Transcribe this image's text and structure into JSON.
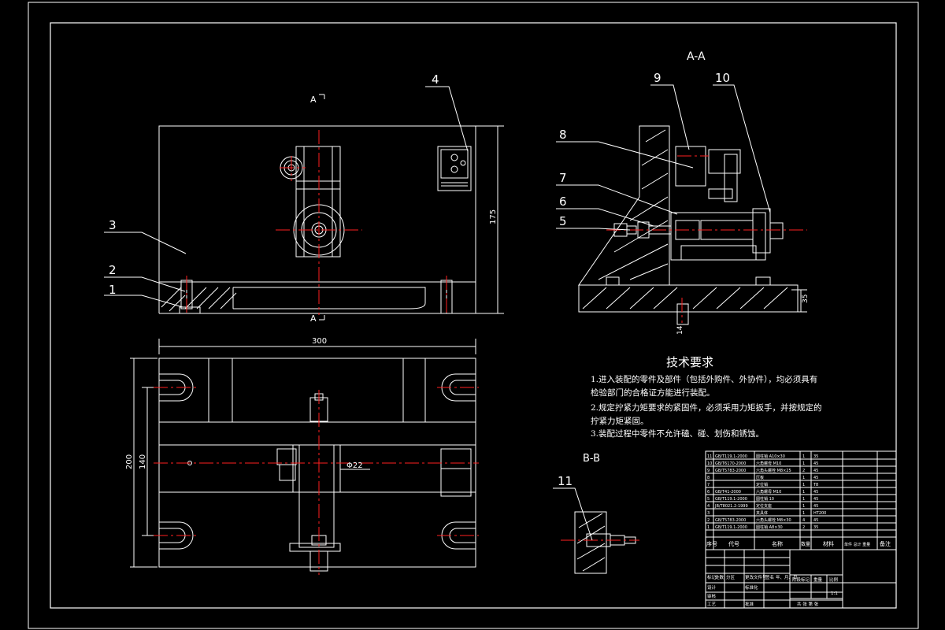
{
  "views": {
    "section_aa": "A-A",
    "section_bb": "B-B",
    "cut_mark_top": "A",
    "cut_mark_bottom": "A"
  },
  "balloons": [
    "1",
    "2",
    "3",
    "4",
    "5",
    "6",
    "7",
    "8",
    "9",
    "10",
    "11"
  ],
  "dimensions": {
    "height_175": "175",
    "width_300": "300",
    "height_200": "200",
    "width_140": "140",
    "aa_height": "35",
    "aa_bottom": "14",
    "fit_note": "Φ22"
  },
  "tech_requirements": {
    "title": "技术要求",
    "line1": "1.进入装配的零件及部件（包括外购件、外协件），均必须具有",
    "line1b": "检验部门的合格证方能进行装配。",
    "line2": "2.规定拧紧力矩要求的紧固件，必须采用力矩扳手，并按规定的",
    "line2b": "拧紧力矩紧固。",
    "line3": "3.装配过程中零件不允许磕、碰、划伤和锈蚀。"
  },
  "bom": {
    "rows": [
      {
        "no": "11",
        "code": "GB/T119.1-2000",
        "name": "圆柱销 A10×30",
        "qty": "1",
        "mat": "35"
      },
      {
        "no": "10",
        "code": "GB/T6170-2000",
        "name": "六角螺母 M10",
        "qty": "1",
        "mat": "45"
      },
      {
        "no": "9",
        "code": "GB/T5783-2000",
        "name": "六角头螺栓 M8×25",
        "qty": "2",
        "mat": "45"
      },
      {
        "no": "8",
        "code": "",
        "name": "压板",
        "qty": "1",
        "mat": "45"
      },
      {
        "no": "7",
        "code": "",
        "name": "定位销",
        "qty": "1",
        "mat": "T8"
      },
      {
        "no": "6",
        "code": "GB/T41-2000",
        "name": "六角螺母 M10",
        "qty": "1",
        "mat": "45"
      },
      {
        "no": "5",
        "code": "GB/T119.1-2000",
        "name": "圆柱销 10",
        "qty": "1",
        "mat": "45"
      },
      {
        "no": "4",
        "code": "JB/T8021.2-1999",
        "name": "定位支座",
        "qty": "1",
        "mat": "45"
      },
      {
        "no": "3",
        "code": "",
        "name": "夹具体",
        "qty": "1",
        "mat": "HT200"
      },
      {
        "no": "2",
        "code": "GB/T5783-2000",
        "name": "六角头螺栓 M8×30",
        "qty": "4",
        "mat": "45"
      },
      {
        "no": "1",
        "code": "GB/T119.1-2000",
        "name": "圆柱销 A8×30",
        "qty": "2",
        "mat": "35"
      }
    ],
    "header": {
      "no": "序号",
      "code": "代号",
      "name": "名称",
      "qty": "数量",
      "mat": "材料",
      "weight": "单件 总计 重量",
      "remark": "备注"
    }
  },
  "title_block": {
    "c1": "标记",
    "c2": "处数",
    "c3": "分区",
    "c4": "更改文件号",
    "c5": "签名",
    "c6": "年、月、日",
    "design": "设计",
    "std": "标准化",
    "check": "审核",
    "process": "工艺",
    "approve": "批准",
    "stage": "阶段标记",
    "weight": "重量",
    "scale": "比例",
    "scale_val": "1:1",
    "sheet": "共 张 第 张"
  },
  "colors": {
    "outline": "#ffffff",
    "center": "#ff2020",
    "hatch": "#ffffff"
  }
}
